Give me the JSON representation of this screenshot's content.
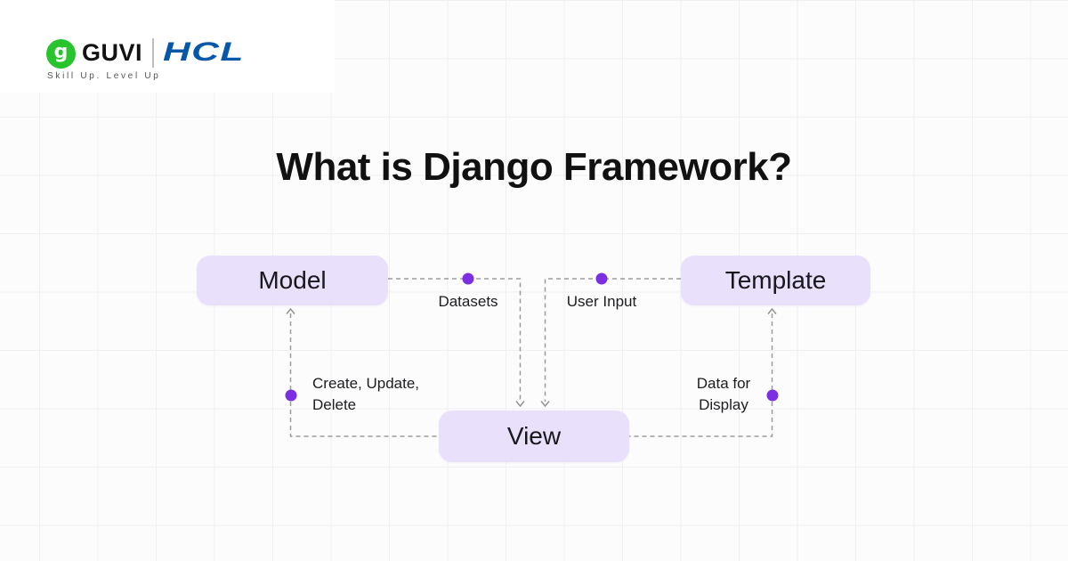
{
  "brand": {
    "guvi_icon": "g",
    "guvi": "GUVI",
    "hcl": "HCL",
    "tagline": "Skill Up. Level Up",
    "colors": {
      "guvi_green": "#27C42D",
      "hcl_blue": "#0657A7"
    }
  },
  "title": "What is Django Framework?",
  "diagram": {
    "nodes": [
      {
        "id": "model",
        "label": "Model"
      },
      {
        "id": "template",
        "label": "Template"
      },
      {
        "id": "view",
        "label": "View"
      }
    ],
    "edge_labels": {
      "datasets": "Datasets",
      "user_input": "User Input",
      "create_update_delete": "Create, Update, Delete",
      "data_for_display": "Data for Display"
    },
    "colors": {
      "node_fill": "#E9E1FC",
      "dot": "#7C2EE3",
      "line": "#9B9B9B",
      "background": "#FCFCFD",
      "grid_line": "#F0F0F3"
    }
  }
}
